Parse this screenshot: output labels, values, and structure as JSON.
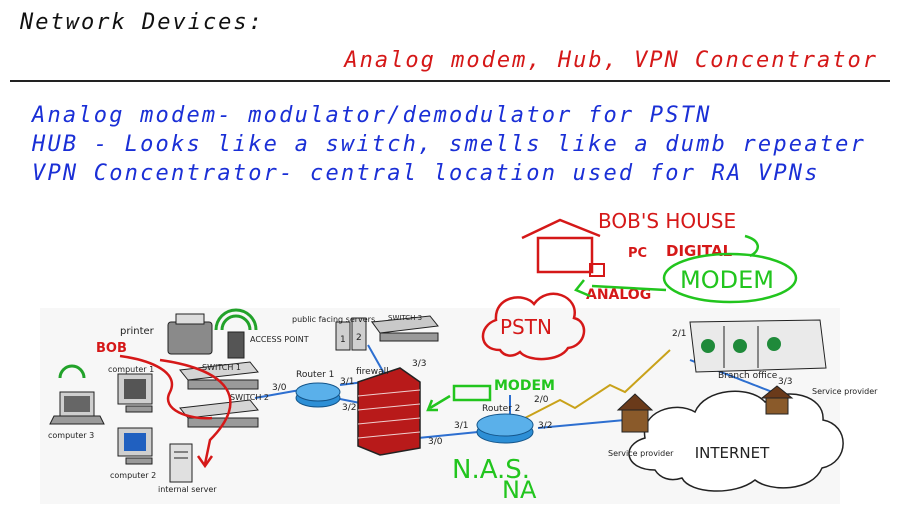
{
  "header": {
    "title": "Network Devices:",
    "subtitle": "Analog modem, Hub, VPN Concentrator"
  },
  "notes": [
    "Analog modem- modulator/demodulator for PSTN",
    "HUB - Looks like a switch, smells like a dumb repeater",
    "VPN Concentrator- central location used for RA VPNs"
  ],
  "annotations": {
    "bobs_house": "BOB'S HOUSE",
    "pc": "PC",
    "digital": "DIGITAL",
    "modem_big": "MODEM",
    "analog": "ANALOG",
    "pstn": "PSTN",
    "modem_small": "MODEM",
    "nas": "N.A.S.",
    "na": "NA",
    "bob": "BOB"
  },
  "labels": {
    "printer": "printer",
    "access_point": "ACCESS POINT",
    "public_servers": "public facing servers",
    "switch3": "SWITCH 3",
    "switch1": "SWITCH 1",
    "switch2": "SWITCH 2",
    "computer1": "computer 1",
    "computer2": "computer 2",
    "computer3": "computer 3",
    "internal_server": "internal server",
    "router1": "Router 1",
    "router2": "Router 2",
    "firewall": "firewall",
    "branch_office": "Branch office",
    "service_provider_left": "Service provider",
    "service_provider_right": "Service provider",
    "internet": "INTERNET",
    "server1": "1",
    "server2": "2"
  },
  "ports": {
    "r1_left": "3/0",
    "r1_top": "3/1",
    "r1_bottom": "3/2",
    "fw_right": "3/3",
    "fw_bottom": "3/0",
    "r2_left": "3/1",
    "r2_right": "3/2",
    "r2_top": "2/0",
    "branch_left": "2/1",
    "branch_bottom": "3/3"
  },
  "colors": {
    "red_ink": "#d51818",
    "blue_ink": "#1a2fd6",
    "green_ink": "#22c51e",
    "black_ink": "#111111"
  }
}
